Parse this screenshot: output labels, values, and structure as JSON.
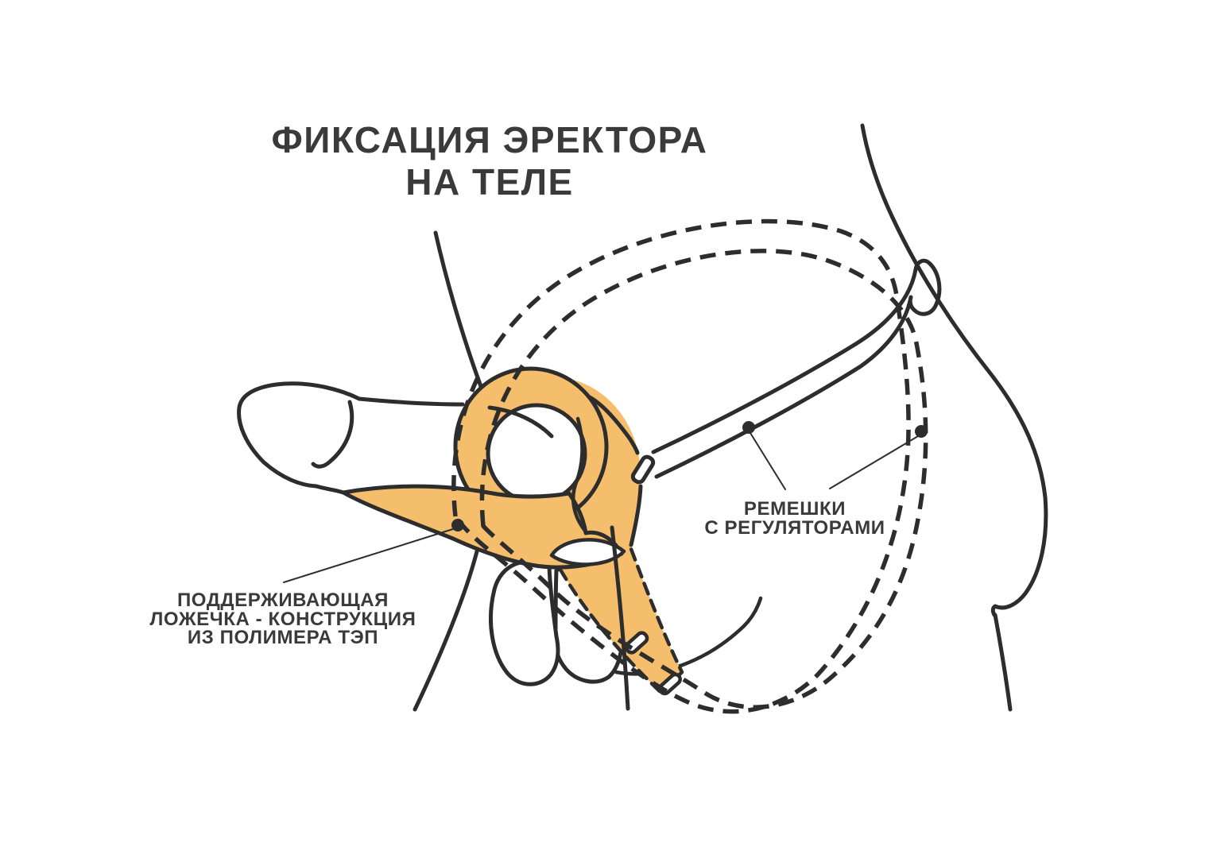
{
  "title": {
    "line1": "ФИКСАЦИЯ ЭРЕКТОРА",
    "line2": "НА ТЕЛЕ"
  },
  "callouts": {
    "straps": {
      "line1": "РЕМЕШКИ",
      "line2": "С РЕГУЛЯТОРАМИ"
    },
    "cradle": {
      "line1": "ПОДДЕРЖИВАЮЩАЯ",
      "line2": "ЛОЖЕЧКА - КОНСТРУКЦИЯ",
      "line3": "ИЗ ПОЛИМЕРА ТЭП"
    }
  },
  "colors": {
    "accent_orange": "#F5BE6C",
    "line_dark": "#2D2D2D",
    "text": "#3A3A3A",
    "background": "#FFFFFF"
  }
}
